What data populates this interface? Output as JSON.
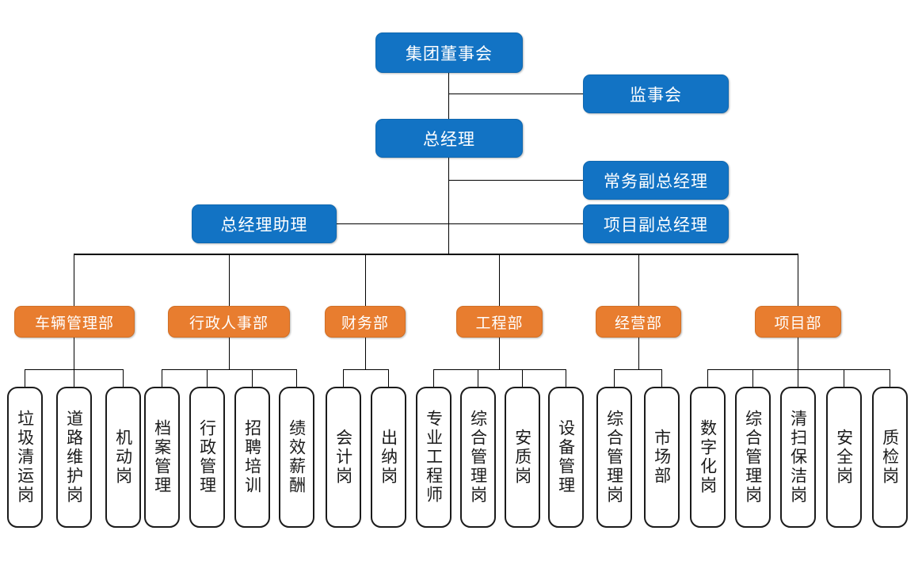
{
  "chart": {
    "title_top": "集团董事会",
    "type": "organization-chart",
    "colors": {
      "executive_blue": "#1273C4",
      "department_orange": "#E87D2F",
      "leaf_border": "#1b1b1b",
      "connector": "#000000",
      "background": "#ffffff"
    }
  },
  "executive": {
    "board": "集团董事会",
    "supervisory_board": "监事会",
    "general_manager": "总经理",
    "executive_deputy_gm": "常务副总经理",
    "project_deputy_gm": "项目副总经理",
    "gm_assistant": "总经理助理"
  },
  "departments": [
    {
      "name": "车辆管理部",
      "positions": [
        "垃圾清运岗",
        "道路维护岗",
        "机动岗"
      ]
    },
    {
      "name": "行政人事部",
      "positions": [
        "档案管理",
        "行政管理",
        "招聘培训",
        "绩效薪酬"
      ]
    },
    {
      "name": "财务部",
      "positions": [
        "会计岗",
        "出纳岗"
      ]
    },
    {
      "name": "工程部",
      "positions": [
        "专业工程师",
        "综合管理岗",
        "安质岗",
        "设备管理"
      ]
    },
    {
      "name": "经营部",
      "positions": [
        "综合管理岗",
        "市场部"
      ]
    },
    {
      "name": "项目部",
      "positions": [
        "数字化岗",
        "综合管理岗",
        "清扫保洁岗",
        "安全岗",
        "质检岗"
      ]
    }
  ]
}
